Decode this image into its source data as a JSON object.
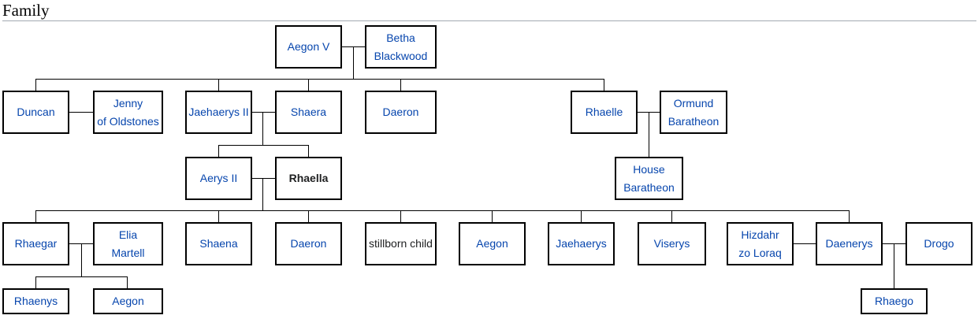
{
  "section_title": "Family",
  "people": {
    "aegon_v": {
      "label": "Aegon V",
      "linked": true
    },
    "betha": {
      "label": "Betha\nBlackwood",
      "linked": true
    },
    "duncan": {
      "label": "Duncan",
      "linked": true
    },
    "jenny": {
      "label": "Jenny\nof Oldstones",
      "linked": true
    },
    "jaehaerys_ii": {
      "label": "Jaehaerys II",
      "linked": true
    },
    "shaera": {
      "label": "Shaera",
      "linked": true
    },
    "daeron_1": {
      "label": "Daeron",
      "linked": true
    },
    "rhaelle": {
      "label": "Rhaelle",
      "linked": true
    },
    "ormund": {
      "label": "Ormund\nBaratheon",
      "linked": true
    },
    "house_baratheon": {
      "label": "House\nBaratheon",
      "linked": true
    },
    "aerys_ii": {
      "label": "Aerys II",
      "linked": true
    },
    "rhaella": {
      "label": "Rhaella",
      "linked": false,
      "emphasis": "bold"
    },
    "rhaegar": {
      "label": "Rhaegar",
      "linked": true
    },
    "elia": {
      "label": "Elia\nMartell",
      "linked": true
    },
    "shaena": {
      "label": "Shaena",
      "linked": true
    },
    "daeron_2": {
      "label": "Daeron",
      "linked": true
    },
    "stillborn": {
      "label": "stillborn child",
      "linked": false
    },
    "aegon_child": {
      "label": "Aegon",
      "linked": true
    },
    "jaehaerys": {
      "label": "Jaehaerys",
      "linked": true
    },
    "viserys": {
      "label": "Viserys",
      "linked": true
    },
    "hizdahr": {
      "label": "Hizdahr\nzo Loraq",
      "linked": true
    },
    "daenerys": {
      "label": "Daenerys",
      "linked": true
    },
    "drogo": {
      "label": "Drogo",
      "linked": true
    },
    "rhaenys": {
      "label": "Rhaenys",
      "linked": true
    },
    "aegon_grandchild": {
      "label": "Aegon",
      "linked": true
    },
    "rhaego": {
      "label": "Rhaego",
      "linked": true
    }
  },
  "colors": {
    "link": "#0645ad",
    "text": "#202122",
    "border": "#000000",
    "rule": "#a2a9b1"
  }
}
